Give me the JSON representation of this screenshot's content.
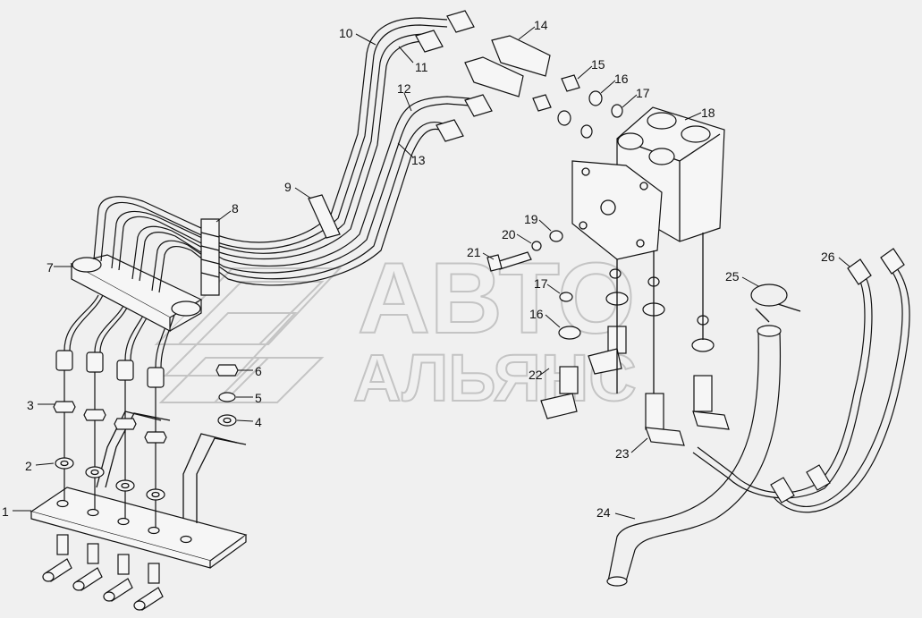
{
  "watermark": {
    "line1": "АВТО",
    "line2": "АЛЬЯНС"
  },
  "callouts": [
    {
      "id": "c1",
      "text": "1"
    },
    {
      "id": "c2",
      "text": "2"
    },
    {
      "id": "c3",
      "text": "3"
    },
    {
      "id": "c4",
      "text": "4"
    },
    {
      "id": "c5",
      "text": "5"
    },
    {
      "id": "c6",
      "text": "6"
    },
    {
      "id": "c7",
      "text": "7"
    },
    {
      "id": "c8",
      "text": "8"
    },
    {
      "id": "c9",
      "text": "9"
    },
    {
      "id": "c10",
      "text": "10"
    },
    {
      "id": "c11",
      "text": "11"
    },
    {
      "id": "c12",
      "text": "12"
    },
    {
      "id": "c13",
      "text": "13"
    },
    {
      "id": "c14",
      "text": "14"
    },
    {
      "id": "c15",
      "text": "15"
    },
    {
      "id": "c16",
      "text": "16"
    },
    {
      "id": "c17",
      "text": "17"
    },
    {
      "id": "c18",
      "text": "18"
    },
    {
      "id": "c19",
      "text": "19"
    },
    {
      "id": "c20",
      "text": "20"
    },
    {
      "id": "c21",
      "text": "21"
    },
    {
      "id": "c16b",
      "text": "16"
    },
    {
      "id": "c17b",
      "text": "17"
    },
    {
      "id": "c22",
      "text": "22"
    },
    {
      "id": "c23",
      "text": "23"
    },
    {
      "id": "c24",
      "text": "24"
    },
    {
      "id": "c25",
      "text": "25"
    },
    {
      "id": "c26",
      "text": "26"
    }
  ]
}
